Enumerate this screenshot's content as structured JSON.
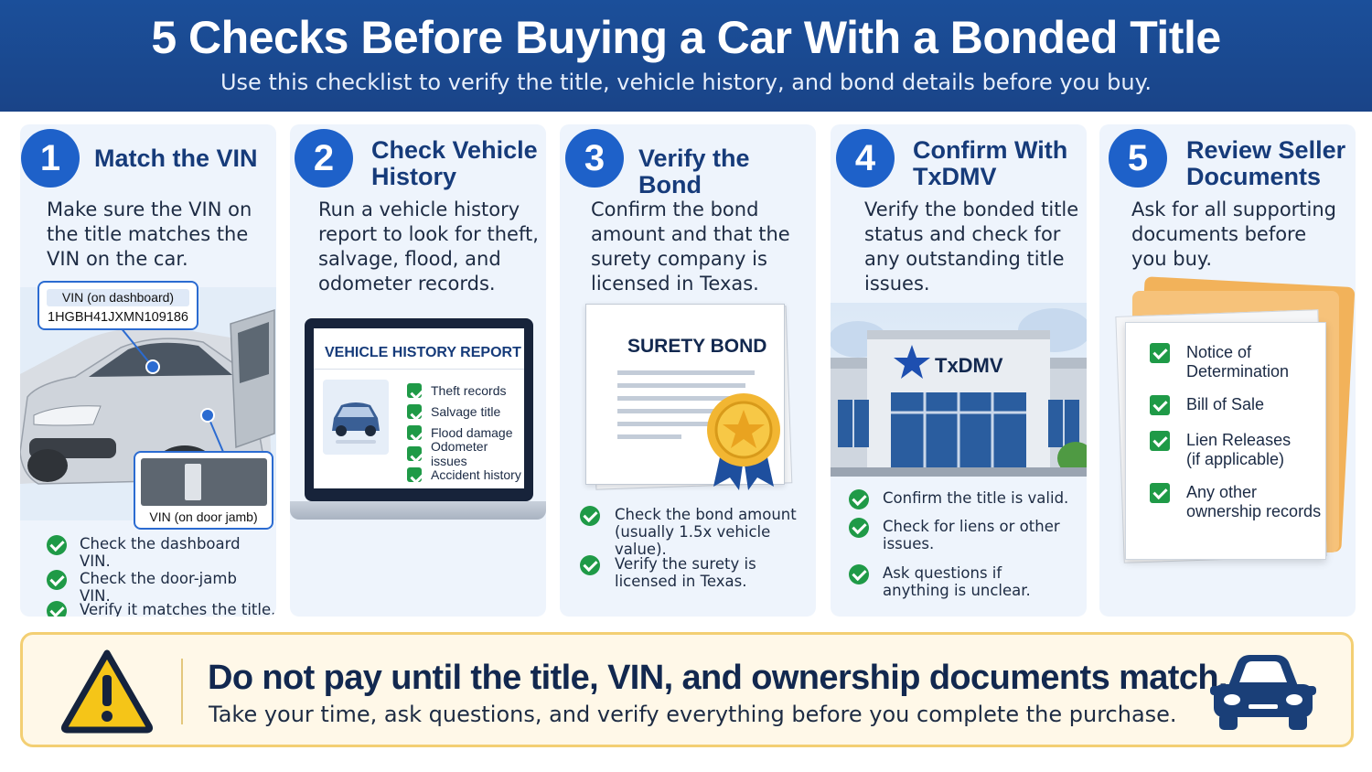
{
  "header": {
    "title": "5 Checks Before Buying a Car With a Bonded Title",
    "subtitle": "Use this checklist to verify the title, vehicle history, and bond details before you buy."
  },
  "cards": [
    {
      "number": "1",
      "title_lines": [
        "Match the VIN"
      ],
      "description": [
        "Make sure the VIN on",
        "the title matches the",
        "VIN on the car."
      ],
      "vin_dashboard_label": "VIN (on dashboard)",
      "vin_number": "1HGBH41JXMN109186",
      "vin_door_label": "VIN (on door jamb)",
      "checks": [
        [
          "Check the dashboard",
          "VIN."
        ],
        [
          "Check the door-jamb",
          "VIN."
        ],
        [
          "Verify it matches the title."
        ]
      ]
    },
    {
      "number": "2",
      "title_lines": [
        "Check Vehicle",
        "History"
      ],
      "description": [
        "Run a vehicle history",
        "report to look for theft,",
        "salvage, flood, and",
        "odometer records."
      ],
      "report_title": "VEHICLE HISTORY REPORT",
      "report_items": [
        "Theft records",
        "Salvage title",
        "Flood damage",
        "Odometer issues",
        "Accident history"
      ]
    },
    {
      "number": "3",
      "title_lines": [
        "Verify the Bond"
      ],
      "description": [
        "Confirm the bond",
        "amount and that the",
        "surety company is",
        "licensed in Texas."
      ],
      "bond_title": "SURETY BOND",
      "checks": [
        [
          "Check the bond amount",
          "(usually 1.5x vehicle value)."
        ],
        [
          "Verify the surety is",
          "licensed in Texas."
        ]
      ]
    },
    {
      "number": "4",
      "title_lines": [
        "Confirm With",
        "TxDMV"
      ],
      "description": [
        "Verify the bonded title",
        "status and check for",
        "any outstanding title",
        "issues."
      ],
      "building_sign": "TxDMV",
      "checks": [
        [
          "Confirm the title is valid."
        ],
        [
          "Check for liens or other",
          "issues."
        ],
        [
          "Ask questions if",
          "anything is unclear."
        ]
      ]
    },
    {
      "number": "5",
      "title_lines": [
        "Review Seller",
        "Documents"
      ],
      "description": [
        "Ask for all supporting",
        "documents before",
        "you buy."
      ],
      "documents": [
        [
          "Notice of",
          "Determination"
        ],
        [
          "Bill of Sale"
        ],
        [
          "Lien Releases",
          "(if applicable)"
        ],
        [
          "Any other",
          "ownership records"
        ]
      ]
    }
  ],
  "banner": {
    "headline": "Do not pay until the title, VIN, and ownership documents match.",
    "subtext": "Take your time, ask questions, and verify everything before you complete the purchase."
  },
  "colors": {
    "header_blue": "#1b4f9a",
    "badge_blue": "#1e61c9",
    "title_blue": "#163b7a",
    "check_green": "#1f9a47",
    "banner_bg": "#fff8e8",
    "banner_border": "#f3cf73",
    "warning_yellow": "#f5c518"
  },
  "icons": [
    "check-circle-icon",
    "checkbox-icon",
    "warning-icon",
    "car-icon",
    "star-icon",
    "medal-icon"
  ]
}
